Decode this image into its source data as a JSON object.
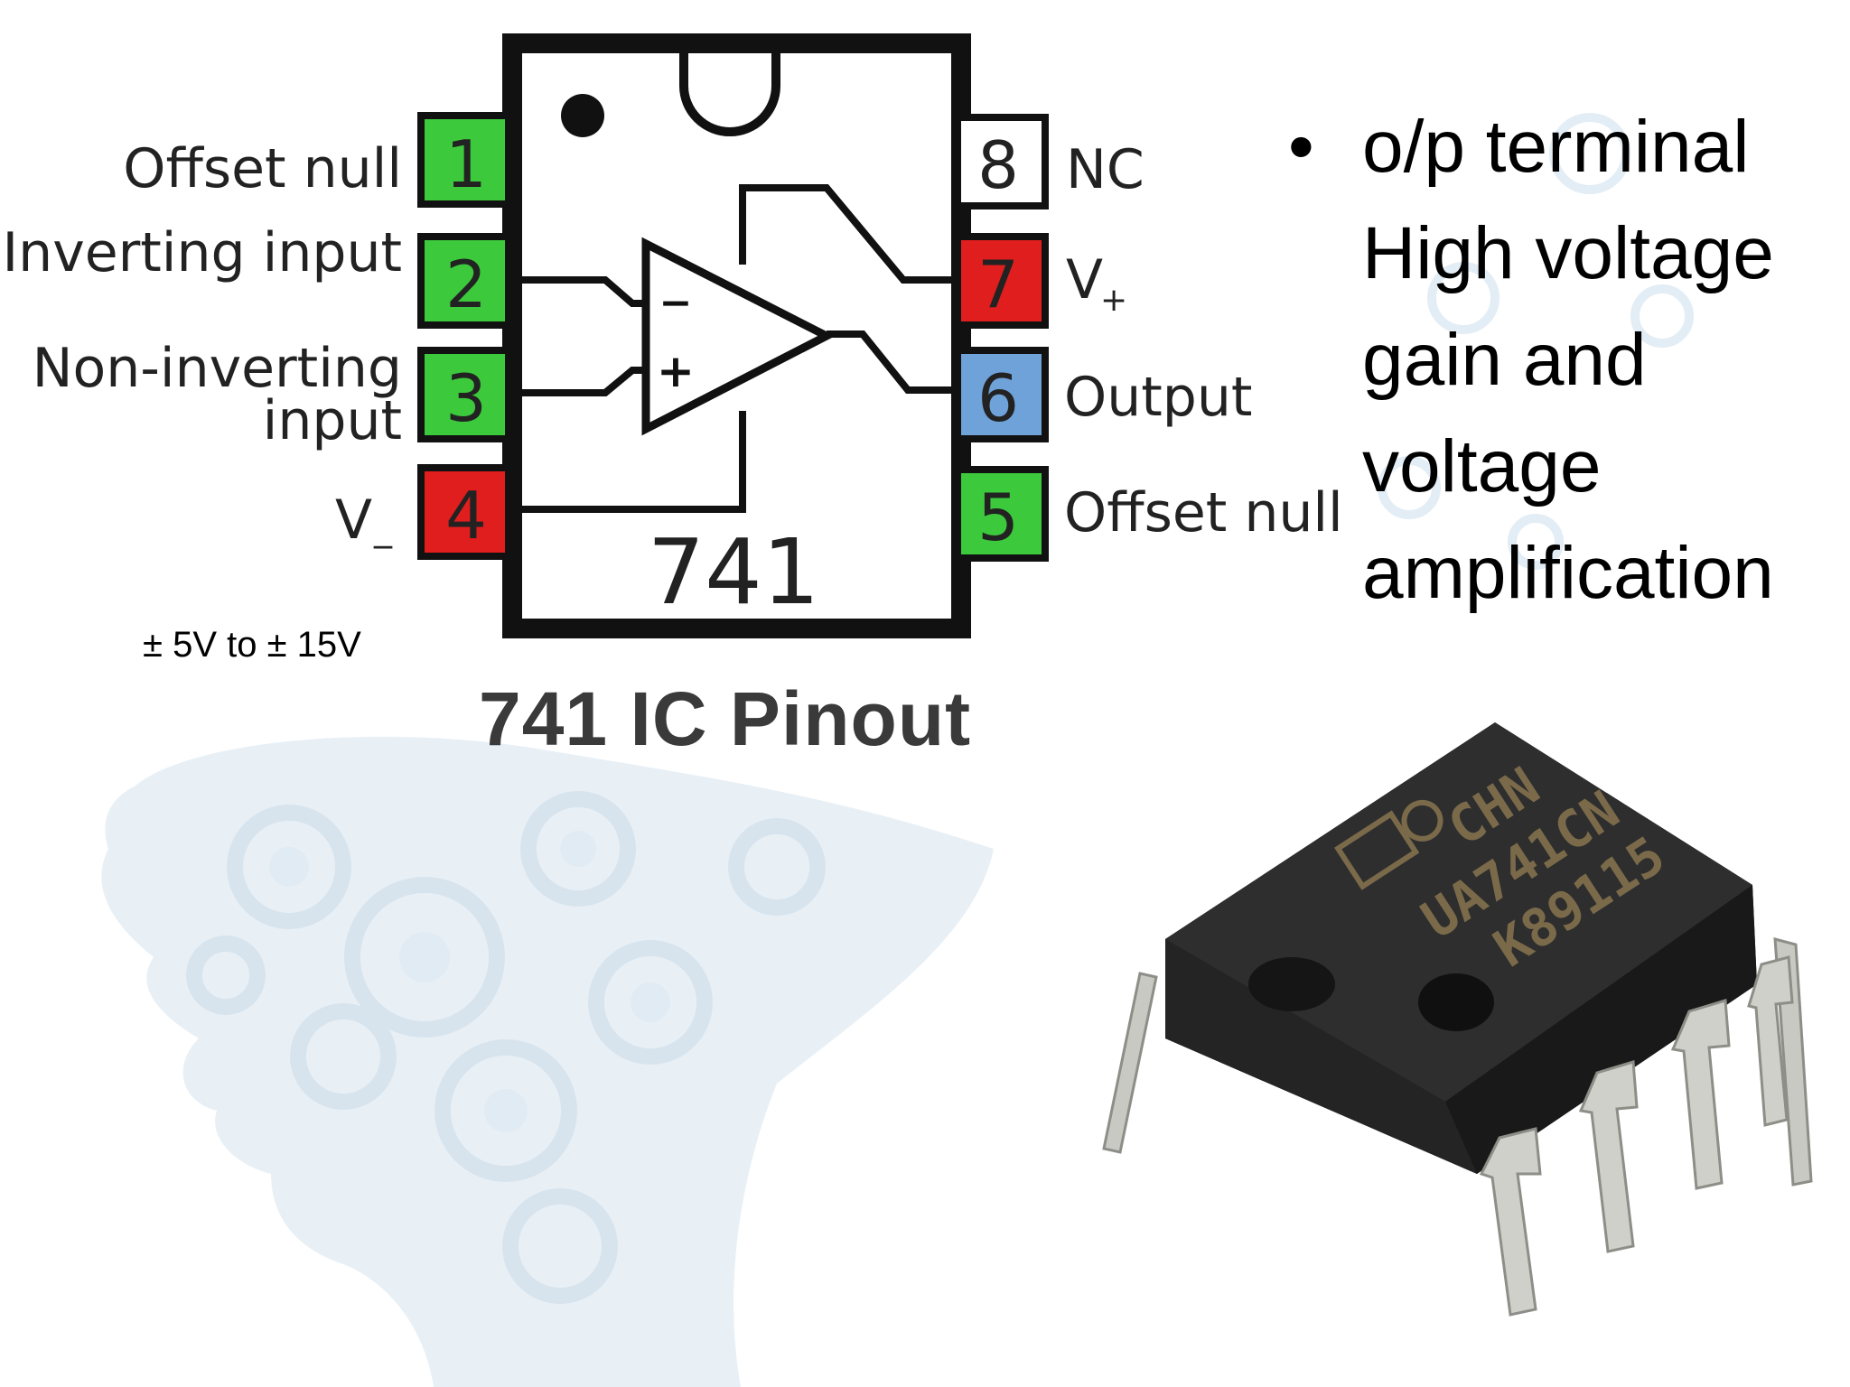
{
  "pinout": {
    "caption": "741 IC Pinout",
    "chip_label": "741",
    "supply_range": "± 5V to ± 15V",
    "pins": [
      {
        "number": "1",
        "label": "Offset null",
        "side": "left",
        "color": "#3cc93c"
      },
      {
        "number": "2",
        "label": "Inverting input",
        "side": "left",
        "color": "#3cc93c"
      },
      {
        "number": "3",
        "label_line1": "Non-inverting",
        "label_line2": "input",
        "side": "left",
        "color": "#3cc93c"
      },
      {
        "number": "4",
        "label": "V",
        "subscript": "_",
        "side": "left",
        "color": "#e01e1e"
      },
      {
        "number": "8",
        "label": "NC",
        "side": "right",
        "color": "#ffffff"
      },
      {
        "number": "7",
        "label": "V",
        "subscript": "+",
        "side": "right",
        "color": "#e01e1e"
      },
      {
        "number": "6",
        "label": "Output",
        "side": "right",
        "color": "#6fa2d8"
      },
      {
        "number": "5",
        "label": "Offset null",
        "side": "right",
        "color": "#3cc93c"
      }
    ],
    "opamp": {
      "minus": "−",
      "plus": "+"
    }
  },
  "bullet": {
    "symbol": "•",
    "lines": [
      "o/p terminal",
      "High voltage",
      "gain and",
      "voltage",
      "amplification"
    ]
  },
  "photo": {
    "marking": [
      "CHN",
      "UA741CN",
      "K89115"
    ],
    "icon": "ic-chip-photo"
  },
  "background": {
    "icon": "gear-head-silhouette",
    "color": "#c9dcea"
  }
}
